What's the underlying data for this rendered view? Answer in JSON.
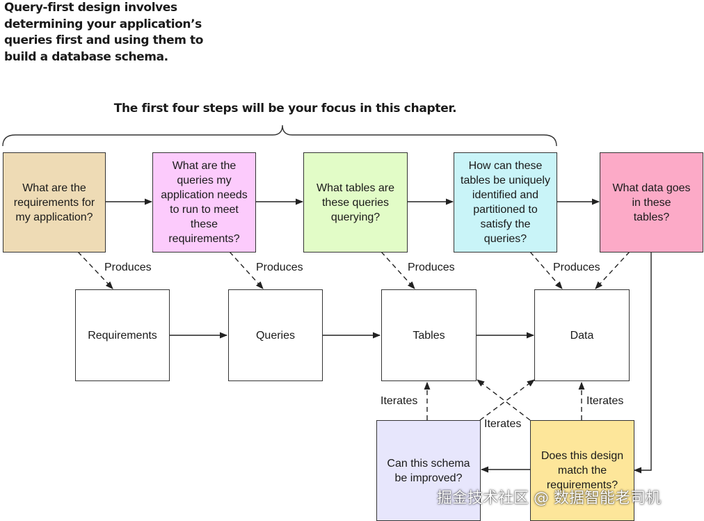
{
  "intro": "Query-first design involves\ndetermining your application’s\nqueries first and using them to\nbuild a database schema.",
  "focus": "The first four steps will be your focus in this chapter.",
  "steps": [
    {
      "text": "What are the\nrequirements for\nmy application?",
      "color": "#eedbb5"
    },
    {
      "text": "What are the\nqueries my\napplication needs\nto run to meet\nthese\nrequirements?",
      "color": "#fccbfc"
    },
    {
      "text": "What tables are\nthese queries\nquerying?",
      "color": "#e2fcc7"
    },
    {
      "text": "How can these\ntables be uniquely\nidentified and\npartitioned to\nsatisfy the\nqueries?",
      "color": "#c9f4f8"
    },
    {
      "text": "What data goes\nin these\ntables?",
      "color": "#fcaac7"
    }
  ],
  "artifacts": [
    "Requirements",
    "Queries",
    "Tables",
    "Data"
  ],
  "review": [
    {
      "text": "Can this schema\nbe improved?",
      "color": "#e7e6fc"
    },
    {
      "text": "Does this design\nmatch the\nrequirements?",
      "color": "#fde69a"
    }
  ],
  "labels": {
    "produces": "Produces",
    "iterates": "Iterates"
  },
  "watermark": "掘金技术社区 @ 数据智能老司机"
}
